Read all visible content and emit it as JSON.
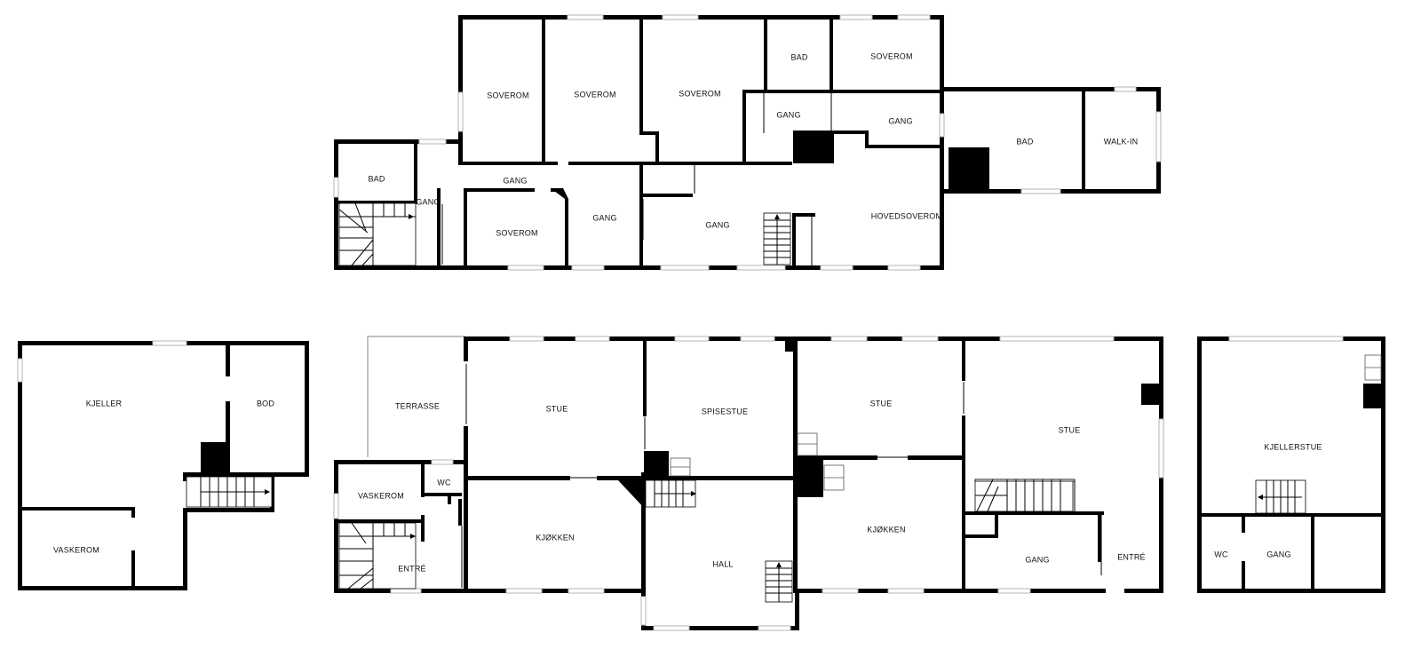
{
  "floors": {
    "upper": {
      "rooms": [
        {
          "id": "u_soverom_1",
          "label": "SOVEROM"
        },
        {
          "id": "u_soverom_2",
          "label": "SOVEROM"
        },
        {
          "id": "u_soverom_3",
          "label": "SOVEROM"
        },
        {
          "id": "u_bad_1",
          "label": "BAD"
        },
        {
          "id": "u_soverom_4",
          "label": "SOVEROM"
        },
        {
          "id": "u_gang_1",
          "label": "GANG"
        },
        {
          "id": "u_gang_2",
          "label": "GANG"
        },
        {
          "id": "u_bad_2",
          "label": "BAD"
        },
        {
          "id": "u_walkin",
          "label": "WALK-IN"
        },
        {
          "id": "u_bad_3",
          "label": "BAD"
        },
        {
          "id": "u_gang_3",
          "label": "GANG"
        },
        {
          "id": "u_gang_4",
          "label": "GANG"
        },
        {
          "id": "u_soverom_5",
          "label": "SOVEROM"
        },
        {
          "id": "u_gang_5",
          "label": "GANG"
        },
        {
          "id": "u_gang_6",
          "label": "GANG"
        },
        {
          "id": "u_hovedsoverom",
          "label": "HOVEDSOVEROM"
        }
      ]
    },
    "basement_left": {
      "rooms": [
        {
          "id": "b_kjeller",
          "label": "KJELLER"
        },
        {
          "id": "b_bod",
          "label": "BOD"
        },
        {
          "id": "b_vaskerom",
          "label": "VASKEROM"
        }
      ]
    },
    "ground": {
      "rooms": [
        {
          "id": "g_terrasse",
          "label": "TERRASSE"
        },
        {
          "id": "g_stue_1",
          "label": "STUE"
        },
        {
          "id": "g_spisestue",
          "label": "SPISESTUE"
        },
        {
          "id": "g_stue_2",
          "label": "STUE"
        },
        {
          "id": "g_stue_3",
          "label": "STUE"
        },
        {
          "id": "g_vaskerom",
          "label": "VASKEROM"
        },
        {
          "id": "g_wc",
          "label": "WC"
        },
        {
          "id": "g_kjokken_1",
          "label": "KJØKKEN"
        },
        {
          "id": "g_kjokken_2",
          "label": "KJØKKEN"
        },
        {
          "id": "g_entre_1",
          "label": "ENTRÉ"
        },
        {
          "id": "g_hall",
          "label": "HALL"
        },
        {
          "id": "g_gang",
          "label": "GANG"
        },
        {
          "id": "g_entre_2",
          "label": "ENTRÉ"
        }
      ]
    },
    "basement_right": {
      "rooms": [
        {
          "id": "r_kjellerstue",
          "label": "KJELLERSTUE"
        },
        {
          "id": "r_wc",
          "label": "WC"
        },
        {
          "id": "r_gang",
          "label": "GANG"
        }
      ]
    }
  }
}
